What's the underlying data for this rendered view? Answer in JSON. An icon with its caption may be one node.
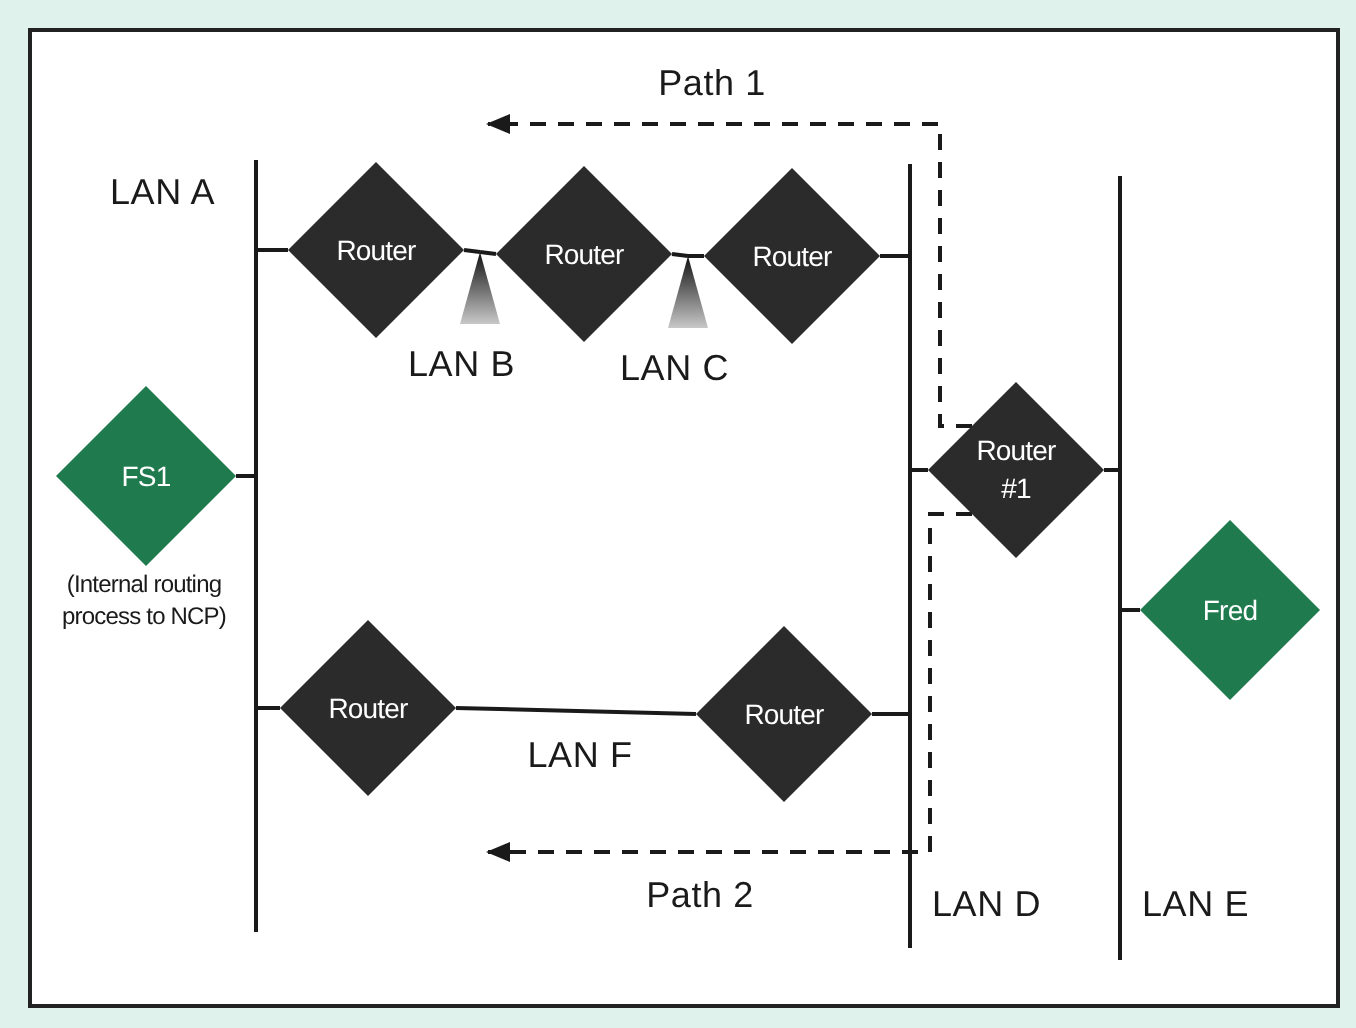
{
  "diagram": {
    "nodes": [
      {
        "text": [
          "LAN A"
        ]
      },
      {
        "text": [
          "Router"
        ]
      },
      {
        "text": [
          "Router"
        ]
      },
      {
        "text": [
          "Router"
        ]
      },
      {
        "text": [
          "LAN B"
        ]
      },
      {
        "text": [
          "LAN C"
        ]
      },
      {
        "text": [
          "LAN D"
        ]
      },
      {
        "text": [
          "LAN E"
        ]
      },
      {
        "text": [
          "FS1"
        ],
        "beside": [
          "(Internal routing process to NCP)"
        ]
      },
      {
        "text": [
          "Router #1"
        ]
      },
      {
        "text": [
          "Fred"
        ]
      },
      {
        "text": [
          "Router"
        ]
      },
      {
        "text": [
          "Router"
        ]
      }
    ],
    "edges": [
      {
        "from": 0,
        "to": 1,
        "arrow": "none"
      },
      {
        "from": 1,
        "to": 4,
        "arrow": "none"
      },
      {
        "from": 4,
        "to": 2,
        "arrow": "none"
      },
      {
        "from": 2,
        "to": 5,
        "arrow": "none"
      },
      {
        "from": 5,
        "to": 3,
        "arrow": "none"
      },
      {
        "from": 3,
        "to": 6,
        "arrow": "none"
      },
      {
        "from": 8,
        "to": 0,
        "arrow": "none"
      },
      {
        "from": 6,
        "to": 9,
        "arrow": "none"
      },
      {
        "from": 9,
        "to": 7,
        "arrow": "none"
      },
      {
        "from": 7,
        "to": 10,
        "arrow": "none"
      },
      {
        "from": 0,
        "to": 11,
        "arrow": "none"
      },
      {
        "from": 11,
        "to": 12,
        "arrow": "none",
        "label": "LAN F"
      },
      {
        "from": 12,
        "to": 6,
        "arrow": "none"
      },
      {
        "from": 9,
        "to": null,
        "arrow": "to",
        "style": "dashed",
        "label": "Path 1"
      },
      {
        "from": 9,
        "to": null,
        "arrow": "to",
        "style": "dashed",
        "label": "Path 2"
      }
    ]
  }
}
